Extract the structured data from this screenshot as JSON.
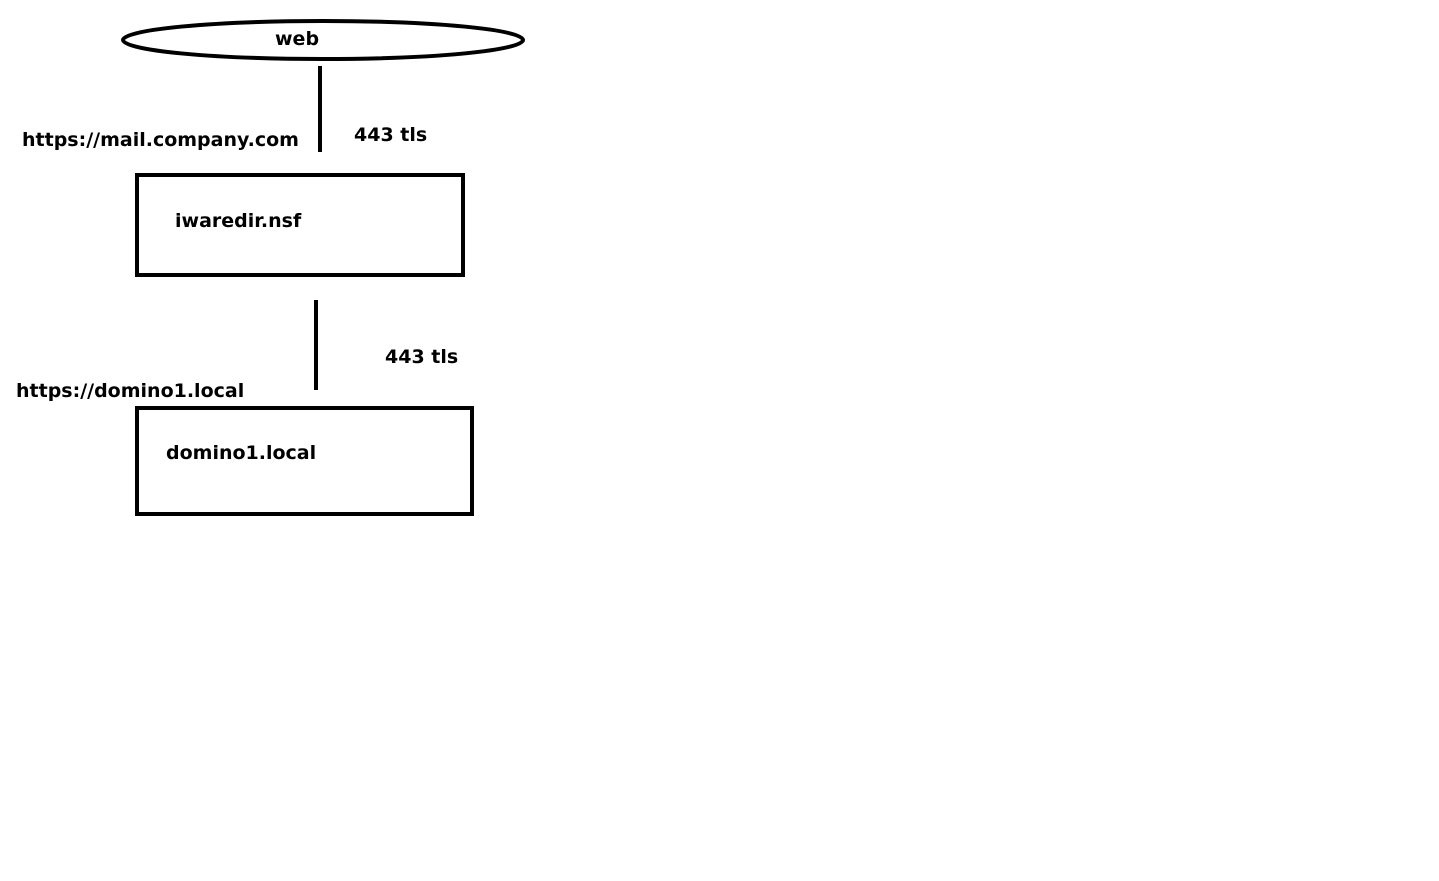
{
  "nodes": {
    "web": {
      "label": "web"
    },
    "proxy": {
      "label": "iwaredir.nsf",
      "url": "https://mail.company.com"
    },
    "server": {
      "label": "domino1.local",
      "url": "https://domino1.local"
    }
  },
  "links": [
    {
      "from": "web",
      "to": "proxy",
      "label": "443 tls"
    },
    {
      "from": "proxy",
      "to": "server",
      "label": "443 tls"
    }
  ]
}
